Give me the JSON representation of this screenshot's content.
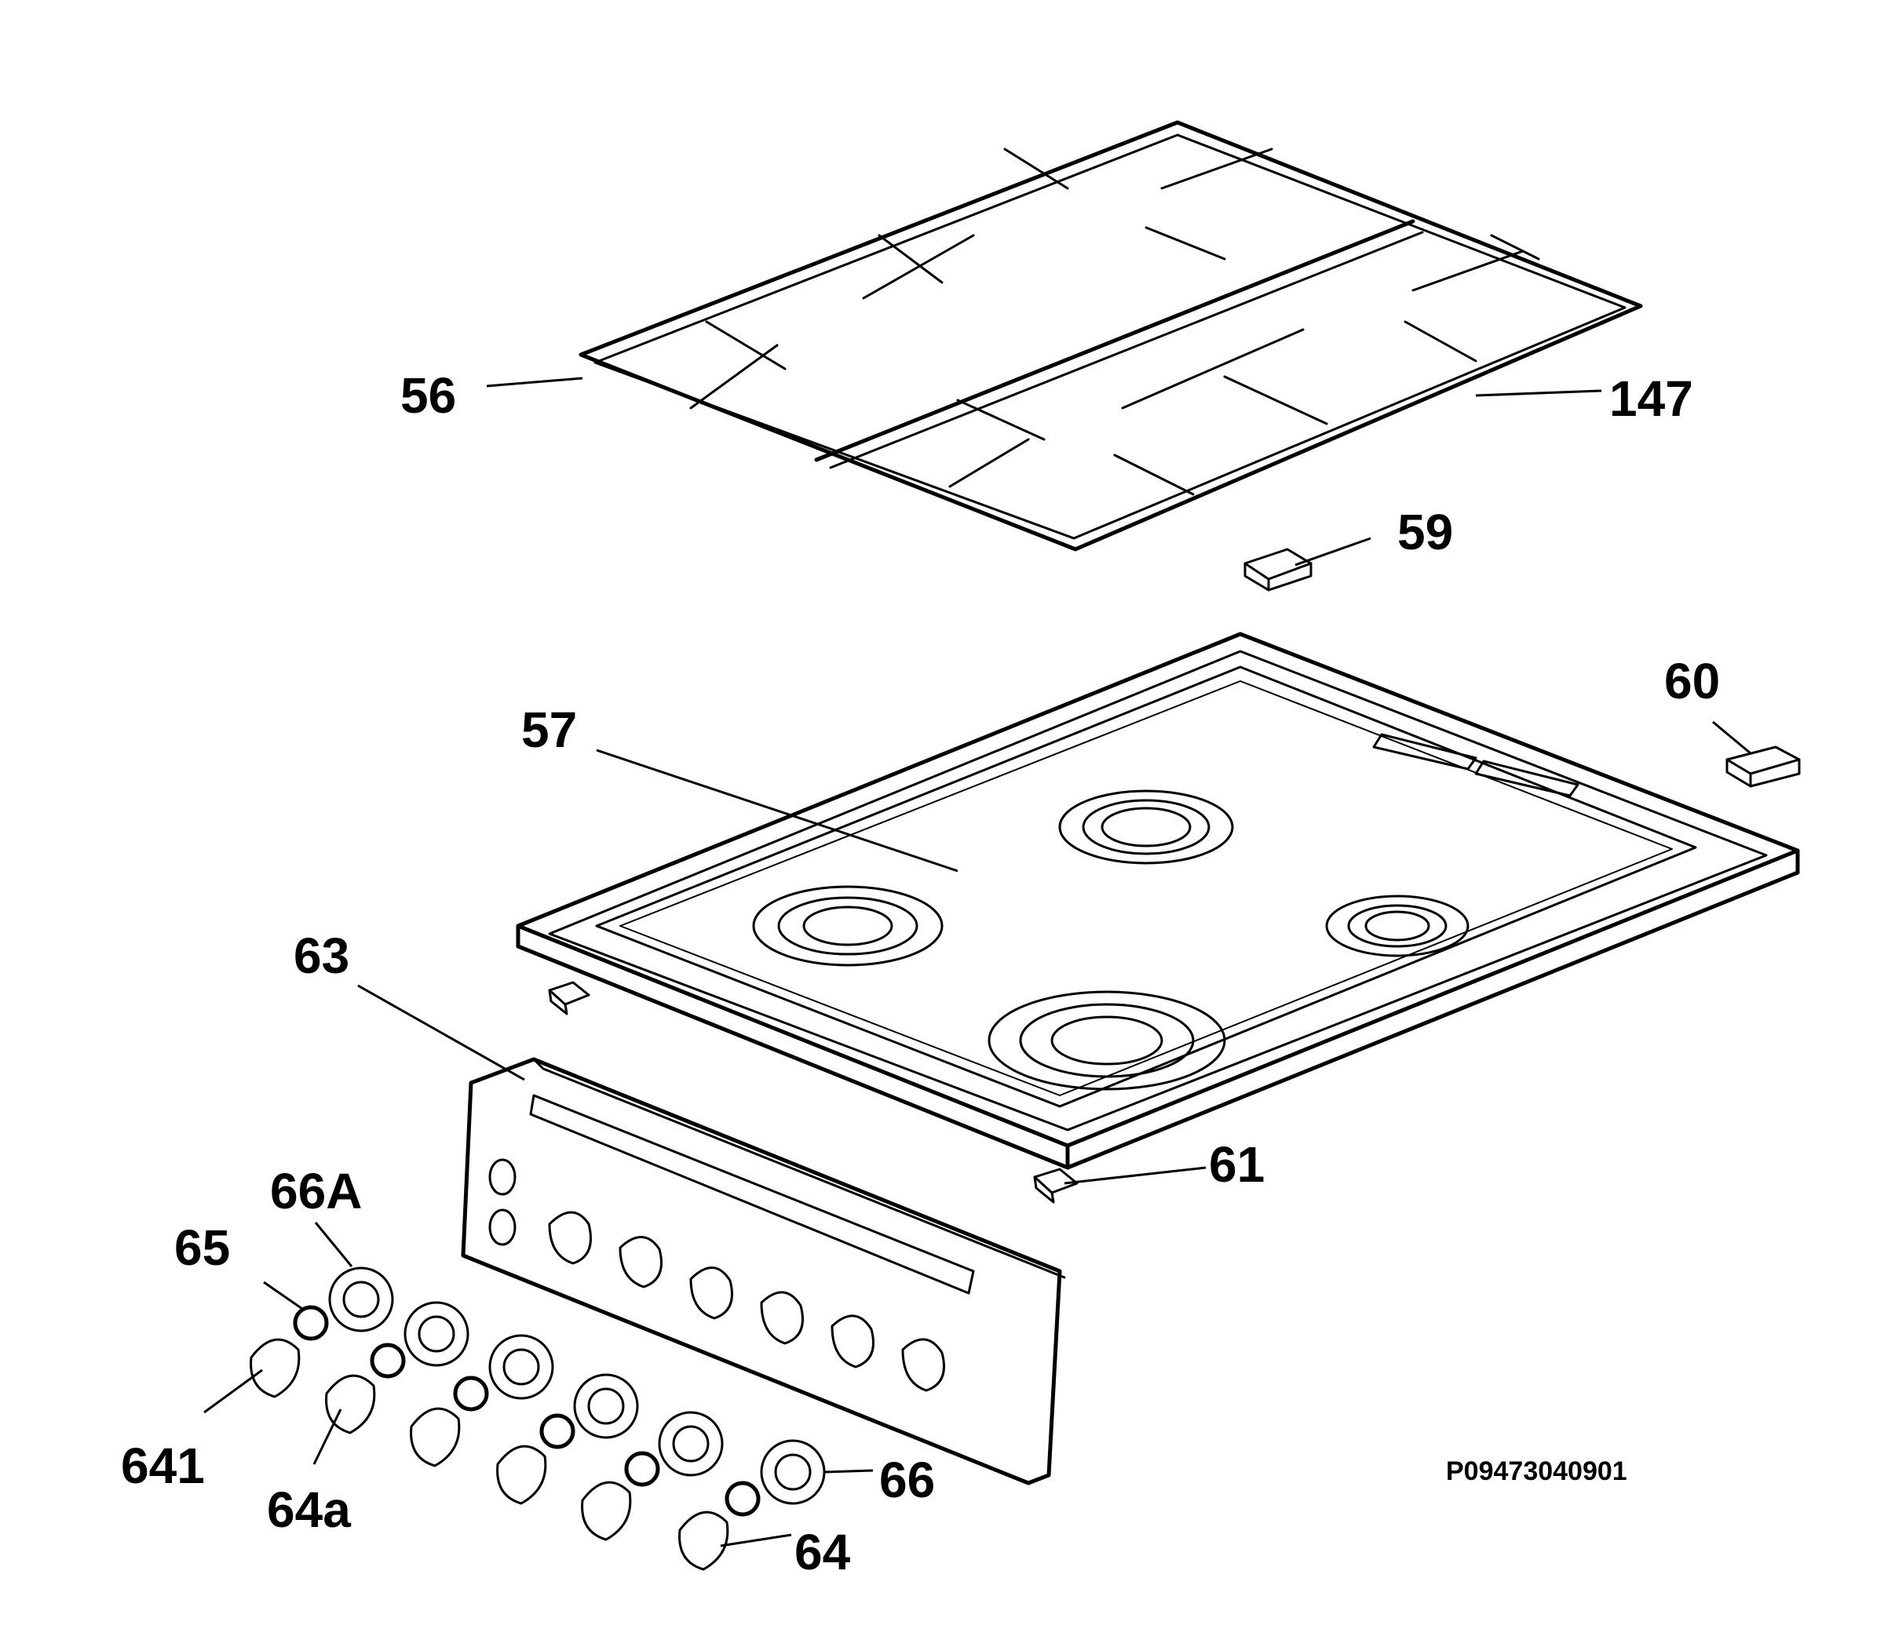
{
  "diagram": {
    "reference_code": "P09473040901",
    "callouts": [
      {
        "id": "56",
        "label": "56"
      },
      {
        "id": "147",
        "label": "147"
      },
      {
        "id": "59",
        "label": "59"
      },
      {
        "id": "60",
        "label": "60"
      },
      {
        "id": "57",
        "label": "57"
      },
      {
        "id": "63",
        "label": "63"
      },
      {
        "id": "61",
        "label": "61"
      },
      {
        "id": "66A",
        "label": "66A"
      },
      {
        "id": "65",
        "label": "65"
      },
      {
        "id": "641",
        "label": "641"
      },
      {
        "id": "64a",
        "label": "64a"
      },
      {
        "id": "66",
        "label": "66"
      },
      {
        "id": "64",
        "label": "64"
      }
    ]
  }
}
